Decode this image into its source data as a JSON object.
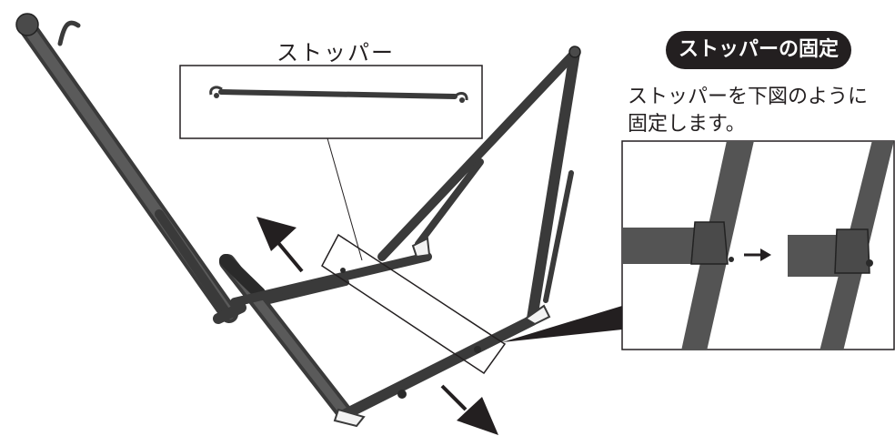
{
  "labels": {
    "stopper": "ストッパー",
    "fix_title": "ストッパーの固定",
    "fix_desc_line1": "ストッパーを下図のように",
    "fix_desc_line2": "固定します。"
  },
  "colors": {
    "tube": "#545454",
    "tube_dark": "#3a3a3a",
    "ink": "#231f20",
    "label_bg": "#231f20",
    "label_text": "#ffffff"
  },
  "icons": {
    "up_arrow": "arrow-up-left-icon",
    "down_arrow": "arrow-down-right-icon",
    "step_arrow": "arrow-right-icon"
  }
}
